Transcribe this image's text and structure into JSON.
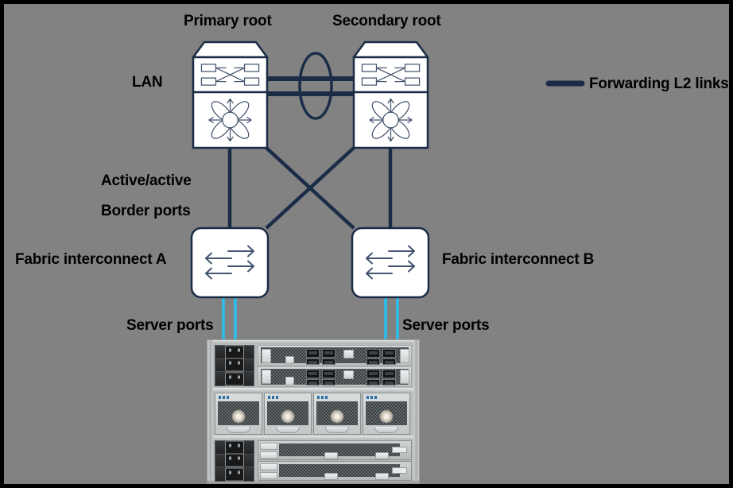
{
  "diagram": {
    "title_primary_root": "Primary root",
    "title_secondary_root": "Secondary root",
    "lan_label": "LAN",
    "active_active_label": "Active/active",
    "border_ports_label": "Border ports",
    "fabric_a_label": "Fabric interconnect A",
    "fabric_b_label": "Fabric interconnect B",
    "server_ports_left_label": "Server ports",
    "server_ports_right_label": "Server ports"
  },
  "legend": {
    "forwarding_l2_links_label": "Forwarding L2 links",
    "swatch_color": "#1b2c46"
  },
  "colors": {
    "background": "#828282",
    "border": "#000000",
    "link_navy": "#1b2c46",
    "server_link_cyan": "#29c0f0",
    "device_fill": "#ffffff",
    "device_stroke": "#1b2c46",
    "icon_stroke": "#44546e",
    "text": "#000000"
  },
  "nodes": [
    {
      "id": "primary-root",
      "type": "lan-switch",
      "label": "Primary root"
    },
    {
      "id": "secondary-root",
      "type": "lan-switch",
      "label": "Secondary root"
    },
    {
      "id": "fabric-a",
      "type": "fabric-interconnect",
      "label": "Fabric interconnect A"
    },
    {
      "id": "fabric-b",
      "type": "fabric-interconnect",
      "label": "Fabric interconnect B"
    },
    {
      "id": "chassis",
      "type": "blade-chassis",
      "label": ""
    }
  ],
  "links": [
    {
      "from": "primary-root",
      "to": "secondary-root",
      "style": "forwarding-l2",
      "kind": "port-channel-upper"
    },
    {
      "from": "primary-root",
      "to": "secondary-root",
      "style": "forwarding-l2",
      "kind": "port-channel-lower"
    },
    {
      "from": "primary-root",
      "to": "fabric-a",
      "style": "forwarding-l2",
      "kind": "straight"
    },
    {
      "from": "primary-root",
      "to": "fabric-b",
      "style": "forwarding-l2",
      "kind": "crossed"
    },
    {
      "from": "secondary-root",
      "to": "fabric-a",
      "style": "forwarding-l2",
      "kind": "crossed"
    },
    {
      "from": "secondary-root",
      "to": "fabric-b",
      "style": "forwarding-l2",
      "kind": "straight"
    },
    {
      "from": "fabric-a",
      "to": "chassis",
      "style": "server-port",
      "kind": "server-link"
    },
    {
      "from": "fabric-a",
      "to": "chassis",
      "style": "server-port",
      "kind": "server-link"
    },
    {
      "from": "fabric-b",
      "to": "chassis",
      "style": "server-port",
      "kind": "server-link"
    },
    {
      "from": "fabric-b",
      "to": "chassis",
      "style": "server-port",
      "kind": "server-link"
    }
  ]
}
